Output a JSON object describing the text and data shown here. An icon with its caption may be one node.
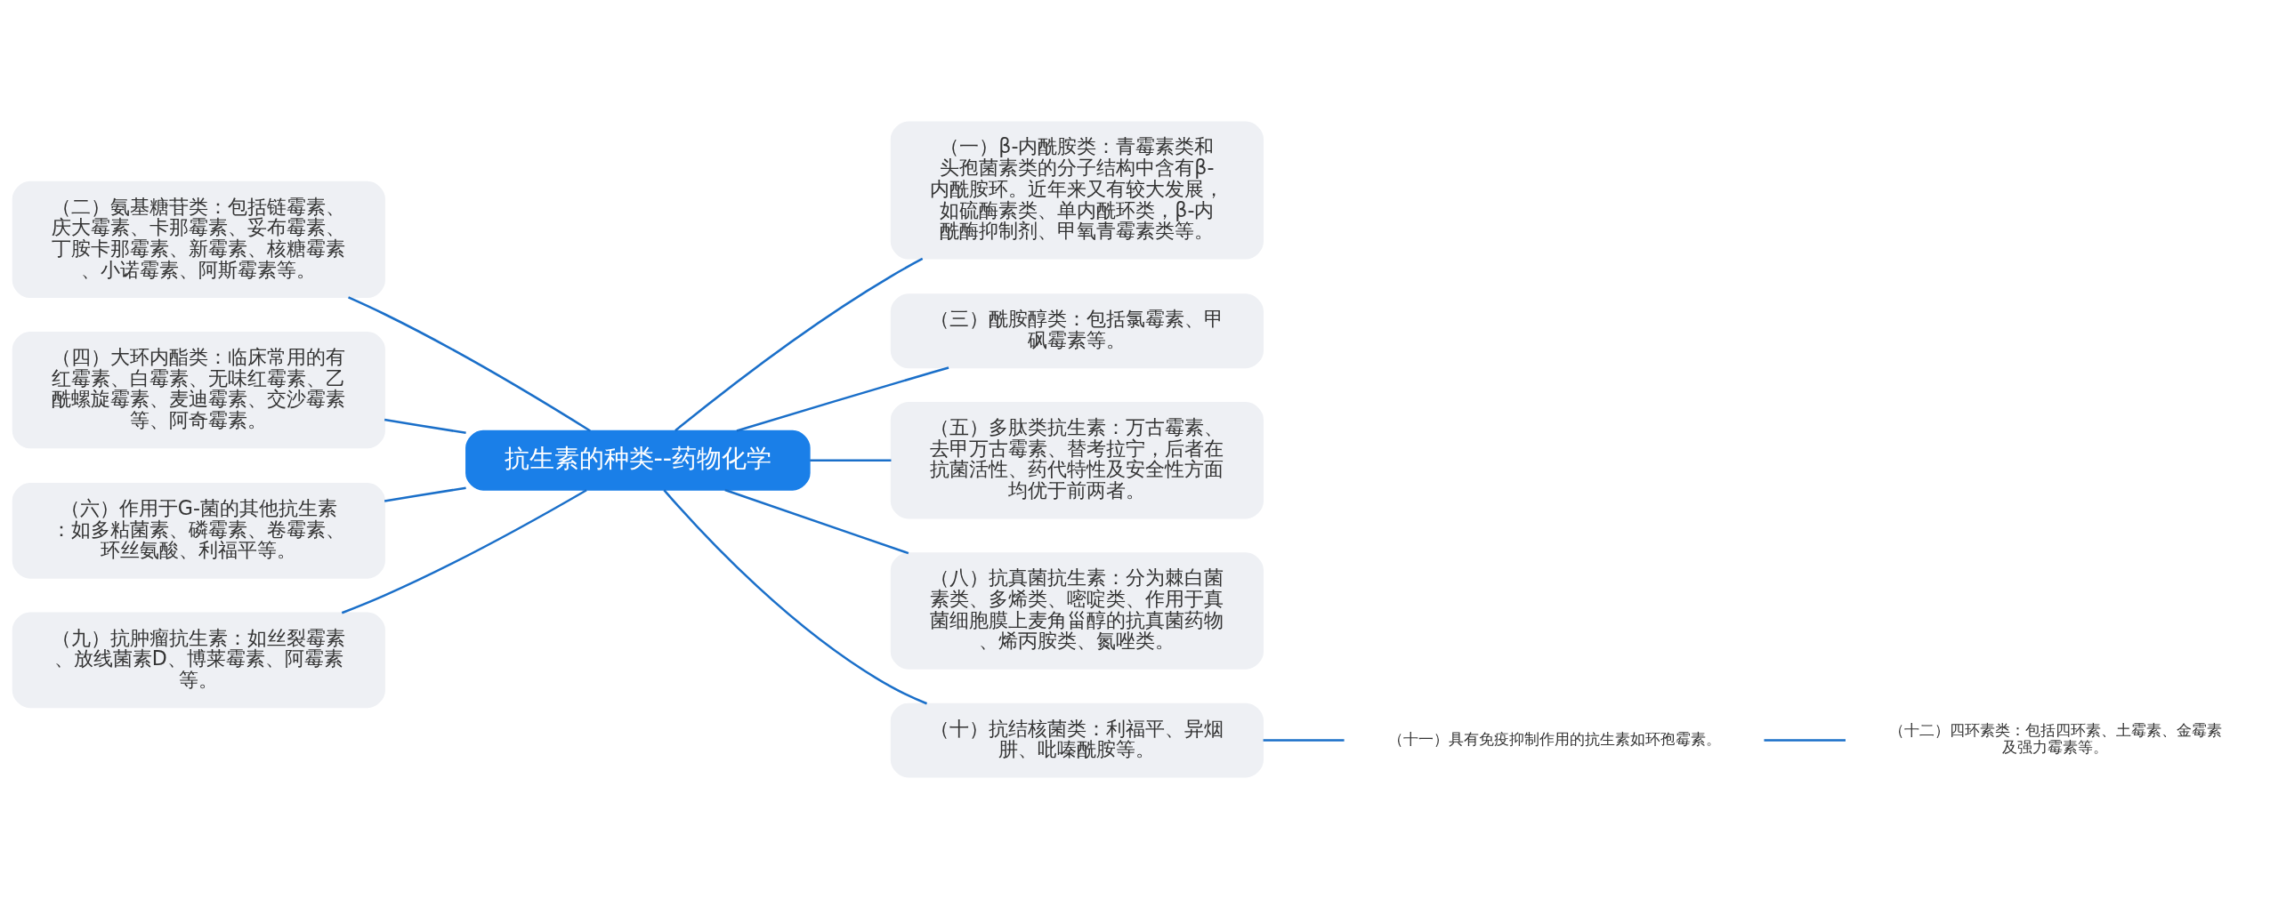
{
  "diagram": {
    "nodes": [
      {
        "text": [
          "抗生素的种类--药物化学"
        ]
      },
      {
        "text": [
          "（一）β-内酰胺类：青霉素类和头孢菌素类的分子结构中含有β-内酰胺环。近年来又有较大发展，如硫酶素类、单内酰环类，β-内酰酶抑制剂、甲氧青霉素类等。"
        ]
      },
      {
        "text": [
          "（二）氨基糖苷类：包括链霉素、庆大霉素、卡那霉素、妥布霉素、丁胺卡那霉素、新霉素、核糖霉素、小诺霉素、阿斯霉素等。"
        ]
      },
      {
        "text": [
          "（三）酰胺醇类：包括氯霉素、甲砜霉素等。"
        ]
      },
      {
        "text": [
          "（四）大环内酯类：临床常用的有红霉素、白霉素、无味红霉素、乙酰螺旋霉素、麦迪霉素、交沙霉素等、阿奇霉素。"
        ]
      },
      {
        "text": [
          "（五）多肽类抗生素：万古霉素、去甲万古霉素、替考拉宁，后者在抗菌活性、药代特性及安全性方面均优于前两者。"
        ]
      },
      {
        "text": [
          "（六）作用于G-菌的其他抗生素：如多粘菌素、磷霉素、卷霉素、环丝氨酸、利福平等。"
        ]
      },
      {
        "text": [
          "（八）抗真菌抗生素：分为棘白菌素类、多烯类、嘧啶类、作用于真菌细胞膜上麦角甾醇的抗真菌药物、烯丙胺类、氮唑类。"
        ]
      },
      {
        "text": [
          "（九）抗肿瘤抗生素：如丝裂霉素、放线菌素D、博莱霉素、阿霉素等。"
        ]
      },
      {
        "text": [
          "（十）抗结核菌类：利福平、异烟肼、吡嗪酰胺等。"
        ]
      },
      {
        "text": [
          "（十一）具有免疫抑制作用的抗生素如环孢霉素。"
        ]
      },
      {
        "text": [
          "（十二）四环素类：包括四环素、土霉素、金霉素及强力霉素等。"
        ]
      }
    ],
    "edges": [
      {
        "from": 0,
        "to": 1,
        "arrow": "none"
      },
      {
        "from": 0,
        "to": 2,
        "arrow": "none"
      },
      {
        "from": 0,
        "to": 3,
        "arrow": "none"
      },
      {
        "from": 0,
        "to": 4,
        "arrow": "none"
      },
      {
        "from": 0,
        "to": 5,
        "arrow": "none"
      },
      {
        "from": 0,
        "to": 6,
        "arrow": "none"
      },
      {
        "from": 0,
        "to": 7,
        "arrow": "none"
      },
      {
        "from": 0,
        "to": 8,
        "arrow": "none"
      },
      {
        "from": 0,
        "to": 9,
        "arrow": "none"
      },
      {
        "from": 9,
        "to": 10,
        "arrow": "none"
      },
      {
        "from": 10,
        "to": 11,
        "arrow": "none"
      }
    ]
  }
}
